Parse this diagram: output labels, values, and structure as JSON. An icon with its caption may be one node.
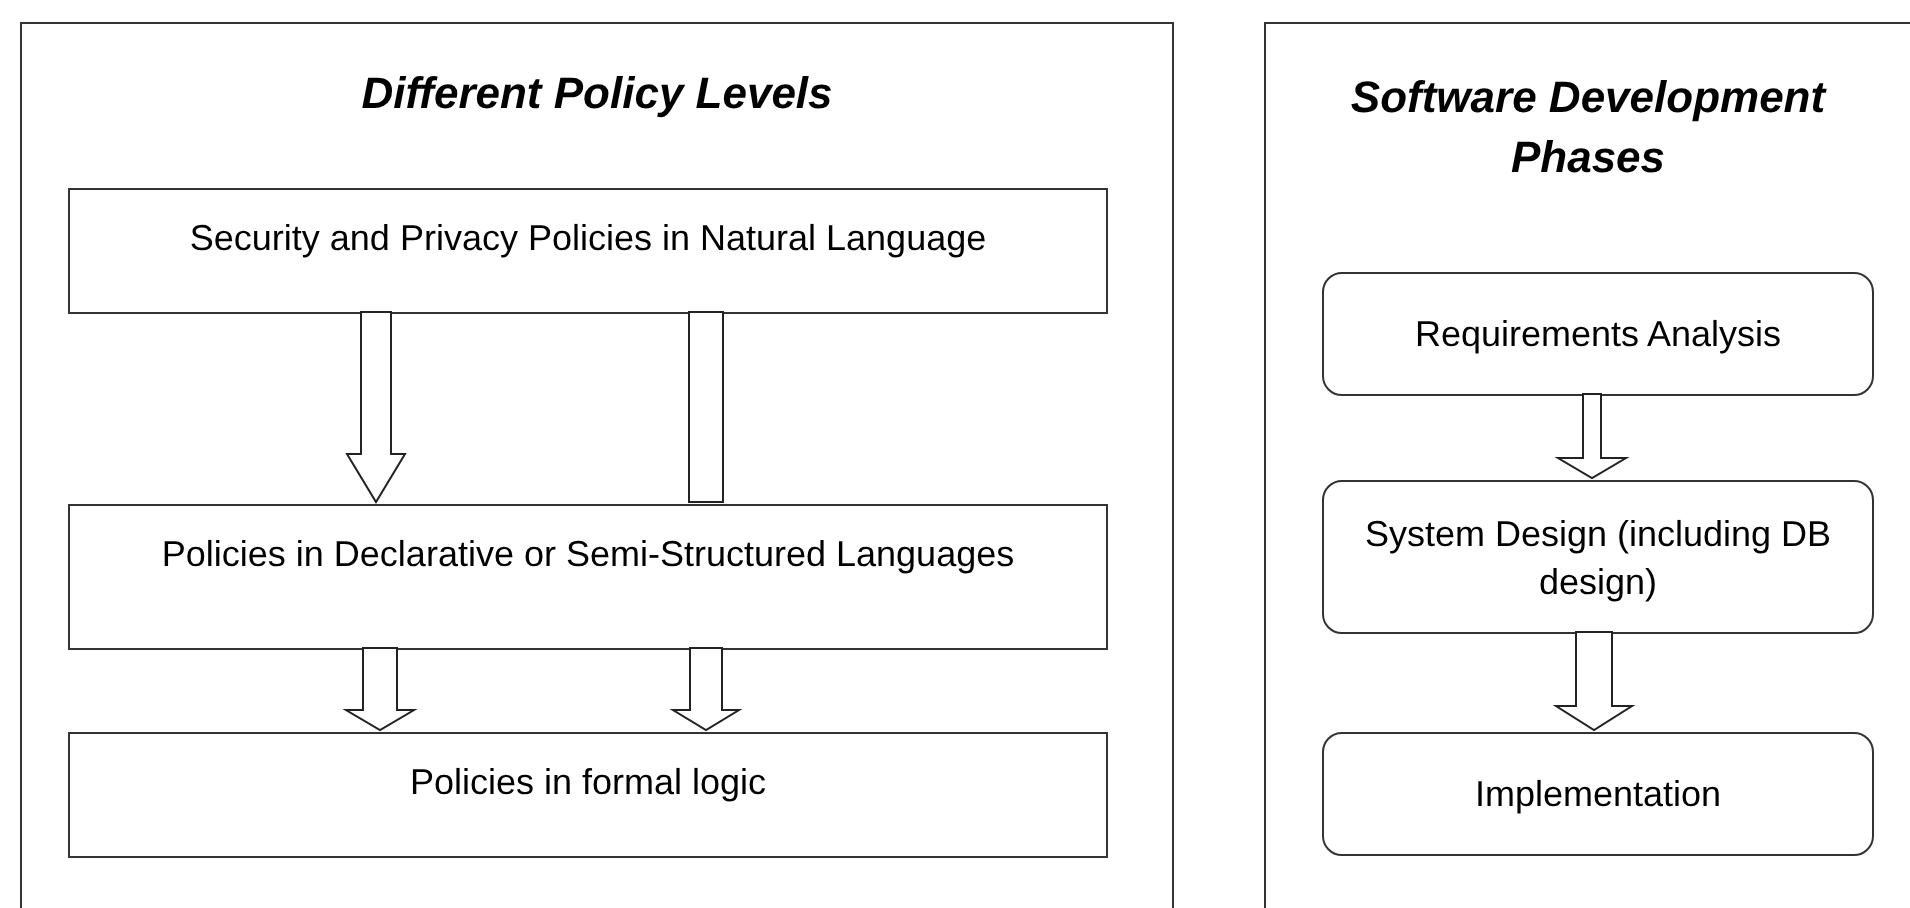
{
  "diagram": {
    "nodes": [
      {
        "text": [
          "Different Policy Levels"
        ]
      },
      {
        "text": [
          "Security and Privacy Policies in Natural Language"
        ],
        "in": 0
      },
      {
        "text": [
          "Policies in Declarative or Semi-Structured Languages"
        ],
        "in": 0
      },
      {
        "text": [
          "Policies in formal logic"
        ],
        "in": 0
      },
      {
        "text": [
          "Software Development Phases"
        ]
      },
      {
        "text": [
          "Requirements Analysis"
        ],
        "in": 4
      },
      {
        "text": [
          "System Design (including DB design)"
        ],
        "in": 4
      },
      {
        "text": [
          "Implementation"
        ],
        "in": 4
      }
    ],
    "edges": [
      {
        "from": 1,
        "to": 2,
        "arrow": "to"
      },
      {
        "from": 1,
        "to": 2,
        "arrow": "none"
      },
      {
        "from": 2,
        "to": 3,
        "arrow": "to"
      },
      {
        "from": 2,
        "to": 3,
        "arrow": "to"
      },
      {
        "from": 5,
        "to": 6,
        "arrow": "to"
      },
      {
        "from": 6,
        "to": 7,
        "arrow": "to"
      }
    ]
  }
}
